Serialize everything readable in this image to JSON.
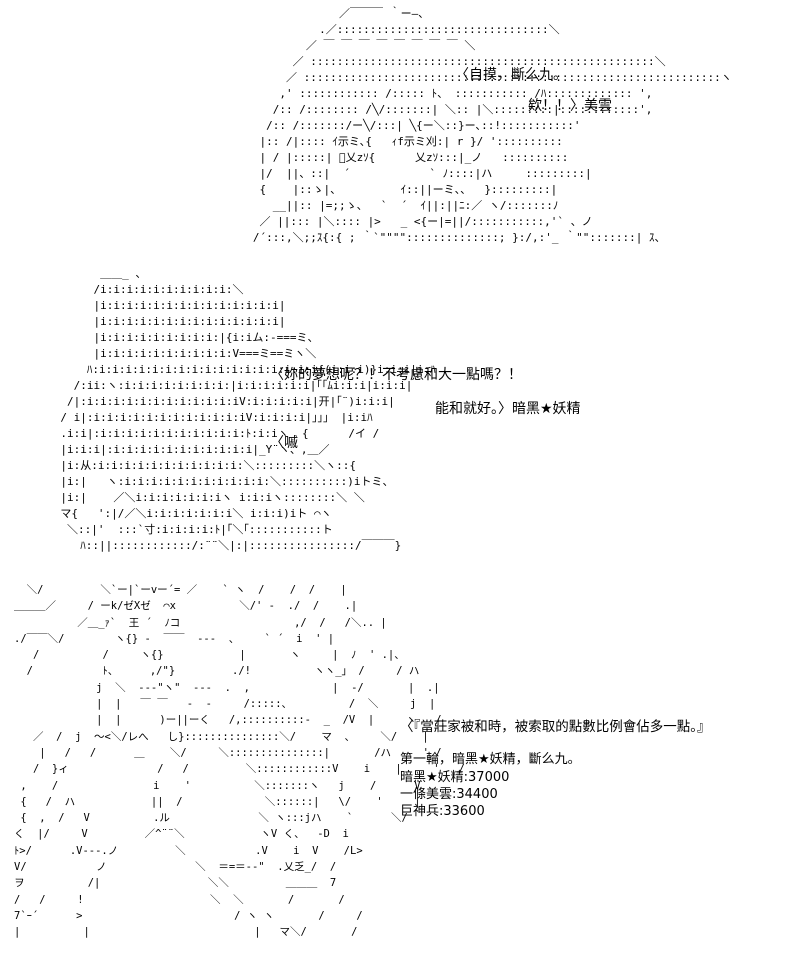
{
  "panel1": {
    "art_lines": [
      "                        ／￣￣￣ ｀ー―、",
      "                     .／::::::::::::::::::::::::::::::::＼",
      "                   ／ ￣ ￣ ￣ ￣ ￣ ￣ ￣ ￣ ＼",
      "                 ／ ::::::::::::::::::::::::::::::::::::::::::::::::::::＼",
      "                ／ :::::::::::::::::::::::::::::::::::::::::::::::::::::::::::::::ヽ",
      "               ,' :::::::::::: /::::: ﾄ、 ::::::::::: /ﾊ::::::::::::: ',",
      "              /:: /:::::::: /╲/:::::::| ＼:: |＼:::::::::|::::::::::::',",
      "             /:: /:::::::/ー╲/:::| ╲{ー＼::}ー､::!:::::::::::'",
      "            |:: /|:::: ｲ示ミ､{   ｨf示ミ刈:| r }/ '::::::::::",
      "            | / |:::::| ﾟ乂zｿ{      乂zｿ:::|_ノ   ::::::::::",
      "            |/  ||、::|  ´            ` ﾉ::::|ハ     :::::::::|",
      "            {    |::ゝ|、         ｲ::||ーミ、、  }:::::::::|",
      "              __||:: |=;;ゝ、  `  ´  ｲ||:||ﾆ:／ ヽ/:::::::ﾉ",
      "            ／ ||::: |＼:::: |>   _ <{ー|=||/:::::::::::,'` 、ノ",
      "           /´:::,＼;;ｽ{:{ ; ｀`\"\"\"\"::::::::::::::; }:/,:'_ ｀\"\":::::::| ｽ、"
    ],
    "dialogue": {
      "line1": "〈自摸，斷么九。",
      "line2": "欸！！〉美雲"
    }
  },
  "panel2": {
    "art_lines": [
      "             ＿＿_ 、",
      "            /i:i:i:i:i:i:i:i:i:i:＼",
      "            |i:i:i:i:i:i:i:i:i:i:i:i:i:i|",
      "            |i:i:i:i:i:i:i:i:i:i:i:i:i:i|",
      "            |i:i:i:i:i:i:i:i:i:|{i:iム:-===ミ、",
      "            |i:i:i:i:i:i:i:i:i:i:V===ミ==ミヽ＼",
      "           ﾊ:i:i:i:i:i:i:i:i:i:i:i:i:i:i:i:i:i{(i:i:i)}i:i:i|i:ﾊ",
      "         /:ii:ヽ:i:i:i:i:i:i:i:i:|i:i:i:i:i:i|｢｢ﾑi:i:i|i:i:i|",
      "        /|:i:i:i:i:i:i:i:i:i:i:i:iV:i:i:i:i:i|开|｢¨)i:i:i|",
      "       / i|:i:i:i:i:i:i:i:i:i:i:i:iV:i:i:i:i|」」」 |i:iﾊ",
      "       .i:i|:i:i:i:i:i:i:i:i:i:i:i:ﾄ:i:iヽ  {      /イ /",
      "       |i:i:i|:i:i:i:i:i:i:i:i:i:i:i|_Y¨ヽ、,＿／",
      "       |i:从:i:i:i:i:i:i:i:i:i:i:i:＼:::::::::＼ヽ::{",
      "       |i:|   ヽ:i:i:i:i:i:i:i:i:i:i:i:＼::::::::::)iトミ、",
      "       |i:|    ／＼i:i:i:i:i:i:iヽ i:i:iヽ::::::::＼ ＼",
      "       マ{   ':|/／＼i:i:i:i:i:i:i＼ i:i:i)iト ⌒ヽ",
      "        ＼::|'  :::`寸:i:i:i:i:ﾄ|｢＼｢:::::::::::ト",
      "          ﾊ::||::::::::::::/:¨¨＼|:|::::::::::::::::/￣￣￣}"
    ],
    "dialogue": {
      "line1": "〈妳的夢想呢？！不考慮和大一點嗎？！",
      "line2": "能和就好。〉暗黑★妖精",
      "line3": "〈嘁"
    }
  },
  "panel3": {
    "art_lines": [
      "  ＼/         ＼`ー|`ーvー´= ／    ` ヽ  /    /  /    |",
      "＿＿＿／     / ーk/ゼXゼ  ⌒x          ＼/' -  ./  /    .|",
      "          ／＿_ｧ`  王 ´  ﾉコ                  ,/  /   /＼.. |",
      "./￣￣＼/        ヽ{} -  ￣￣  ---  、    ` ´  i  ' |",
      "   /          /     ヽ{}            |       ヽ     |  ﾉ  ' .|、",
      "  /           ﾄ、     ,/\"}         ./!          ヽヽ_」 /     / ハ",
      "             j  ＼  ---\"ヽ\"  ---  .  ,             |  -/       |  .|",
      "             |  |   ￣ ￣   -  -     /:::::、         /  ＼     j  |",
      "             |  |      )ー||ーく   /,::::::::::-  _  /V  |     ヽ   /",
      "   ／  /  j  〜<＼/レへ   し}:::::::::::::::＼/    マ  、    ＼/    |",
      "    |   /   /      ＿    ＼/     ＼:::::::::::::::|       /ハ     ' /",
      "   /  }ィ              /   /         ＼::::::::::::V    i    |     '   /",
      " ,    /               i    '          ＼:::::::ヽ   j    /      V",
      " {   /  ハ            ||  /             ＼::::::|   \\/    '     |",
      " {  ,  /   V          .ル              ＼ ヽ:::jハ    `      ＼/",
      "く  |/     V         ／^¨¨＼            ヽV く、  -D  i",
      "ﾄ>/      .V---.ノ         ＼           .V    i  V    /L>",
      "V/           ノ              ＼  ＝=＝--\"  .乂乏_/  /",
      "ヲ          /|                 ＼＼         ＿＿＿  7",
      "/   /     !                    ＼  ＼       /       /",
      "7`ｰ´      >                        / ヽ ヽ       /     /",
      "|          |                          |   マ＼/       /"
    ],
    "dialogue": {
      "heading": "〈『當莊家被和時，被索取的點數比例會佔多一點。』",
      "round": "第一輪，暗黑★妖精，斷么九。",
      "scores": [
        "暗黑★妖精:37000",
        "一條美雲:34400",
        "巨神兵:33600"
      ]
    }
  }
}
